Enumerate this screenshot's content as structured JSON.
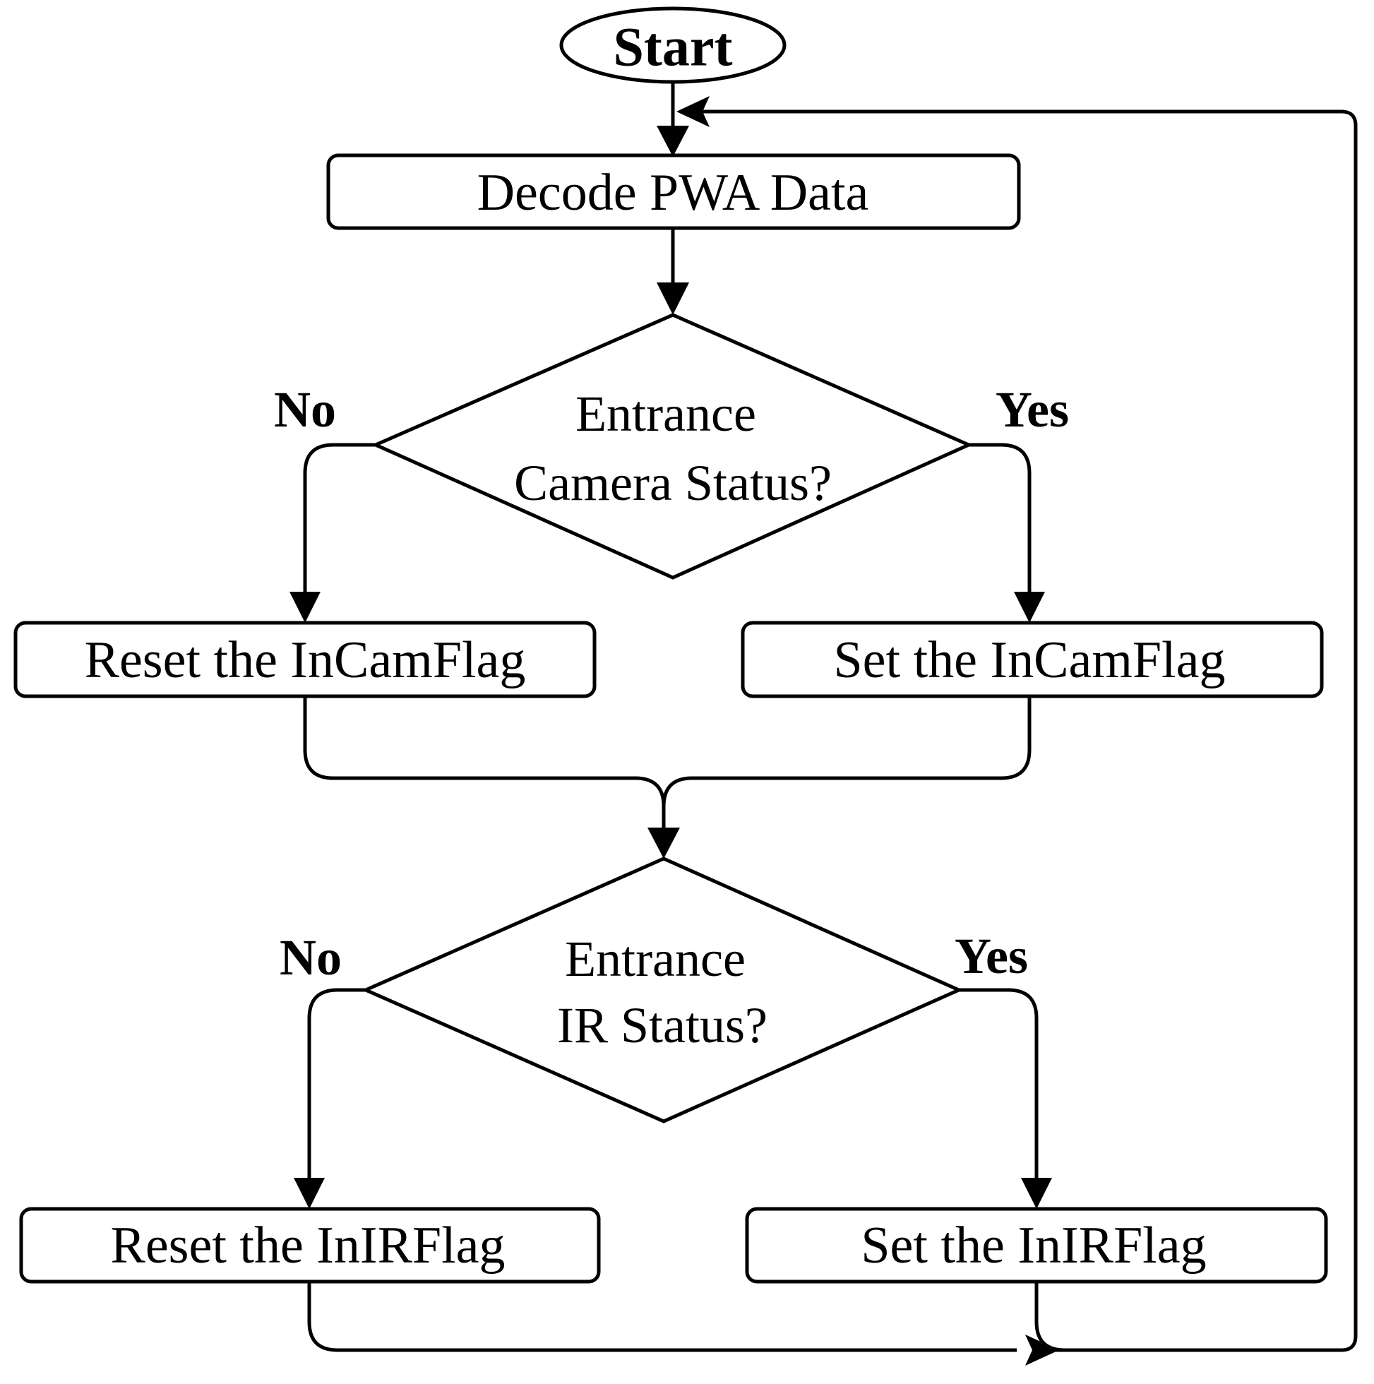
{
  "nodes": {
    "start": "Start",
    "decode": "Decode PWA Data",
    "camera_decision": {
      "line1": "Entrance",
      "line2": "Camera Status?"
    },
    "reset_cam": "Reset the InCamFlag",
    "set_cam": "Set the InCamFlag",
    "ir_decision": {
      "line1": "Entrance",
      "line2": "IR Status?"
    },
    "reset_ir": "Reset the InIRFlag",
    "set_ir": "Set the InIRFlag"
  },
  "branches": {
    "camera_no": "No",
    "camera_yes": "Yes",
    "ir_no": "No",
    "ir_yes": "Yes"
  }
}
